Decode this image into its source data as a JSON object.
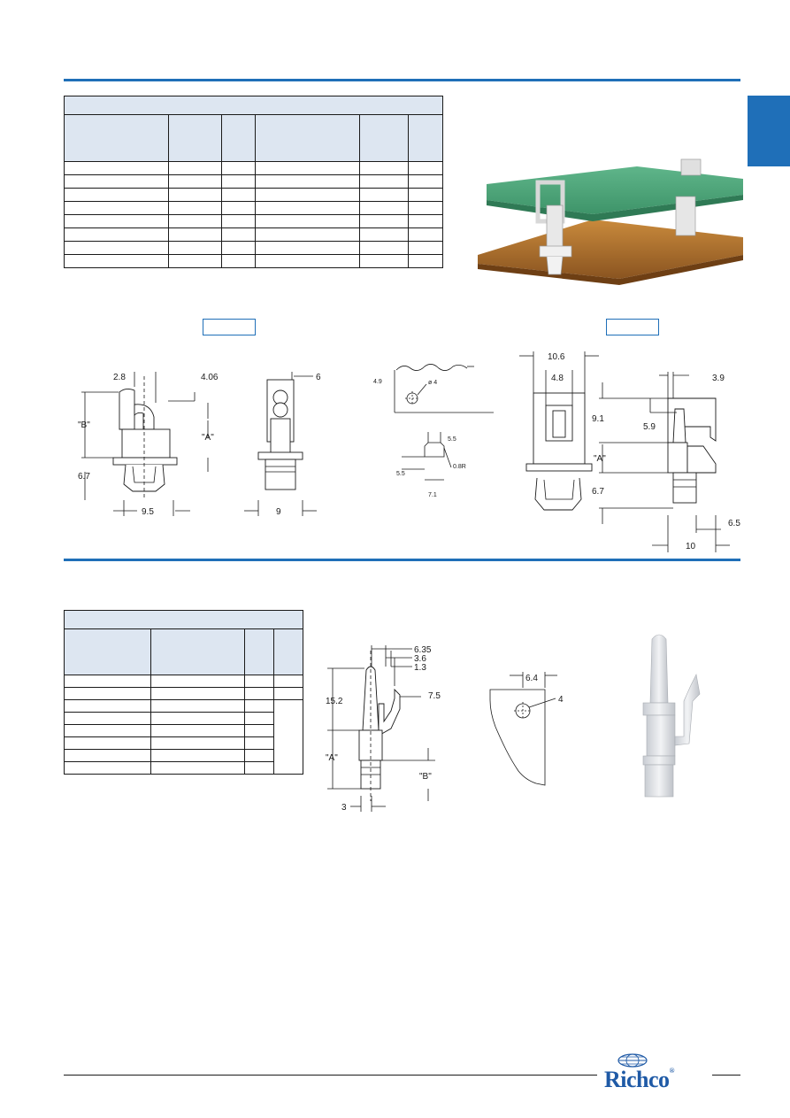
{
  "brand": {
    "name": "Richco",
    "reg": "®",
    "logo_color": "#1f5aa6"
  },
  "colors": {
    "accent": "#1f6fb8",
    "table_header": "#dde6f1"
  },
  "section1": {
    "table": {
      "header_cols": 6,
      "body_rows": 8
    },
    "drawing_a": {
      "dims": [
        "2.8",
        "4.06",
        "\"B\"",
        "\"A\"",
        "6.7",
        "9.5",
        "6"
      ],
      "dim_9": "9"
    },
    "panel_cutout": {
      "dims": [
        "4.9",
        "ø 4",
        "5.5",
        "0.8R",
        "5.5",
        "7.1"
      ]
    },
    "drawing_b": {
      "dims": [
        "10.6",
        "4.8",
        "3.9",
        "9.1",
        "5.9",
        "\"A\"",
        "6.7",
        "6.5",
        "10"
      ]
    }
  },
  "section2": {
    "table": {
      "header_cols": 4,
      "body_rows": 8
    },
    "drawing_c": {
      "dims": [
        "6.35",
        "3.6",
        "1.3",
        "7.5",
        "15.2",
        "\"A\"",
        "\"B\"",
        "3"
      ]
    },
    "panel_hole": {
      "dims": [
        "6.4",
        "4"
      ]
    }
  }
}
